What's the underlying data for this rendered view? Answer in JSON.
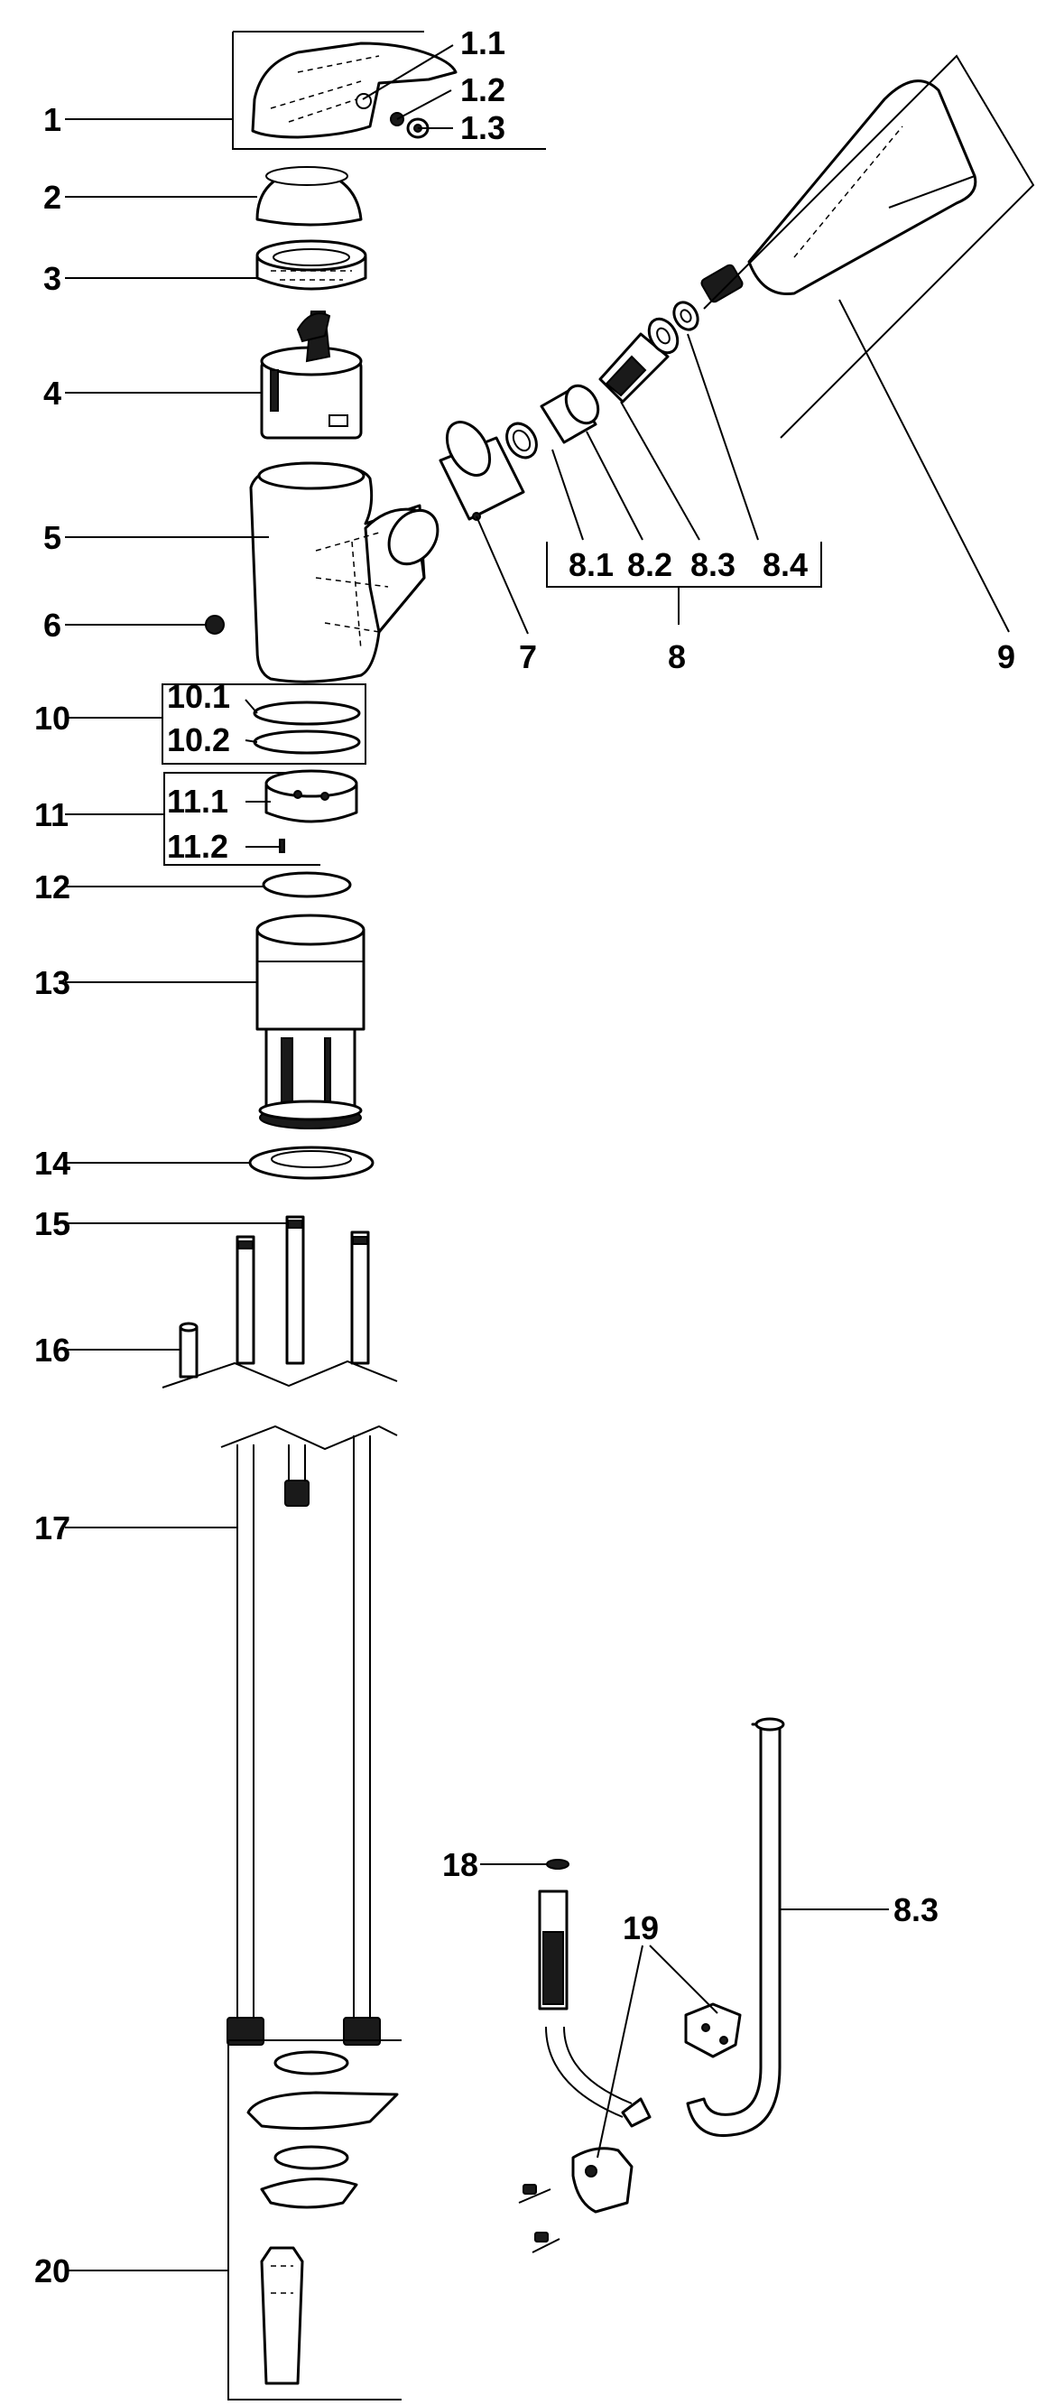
{
  "labels": {
    "l1": "1",
    "l1_1": "1.1",
    "l1_2": "1.2",
    "l1_3": "1.3",
    "l2": "2",
    "l3": "3",
    "l4": "4",
    "l5": "5",
    "l6": "6",
    "l7": "7",
    "l8": "8",
    "l8_1": "8.1",
    "l8_2": "8.2",
    "l8_3": "8.3",
    "l8_4": "8.4",
    "l9": "9",
    "l10": "10",
    "l10_1": "10.1",
    "l10_2": "10.2",
    "l11": "11",
    "l11_1": "11.1",
    "l11_2": "11.2",
    "l12": "12",
    "l13": "13",
    "l14": "14",
    "l15": "15",
    "l16": "16",
    "l17": "17",
    "l18": "18",
    "l19": "19",
    "l8_3b": "8.3",
    "l20": "20"
  }
}
